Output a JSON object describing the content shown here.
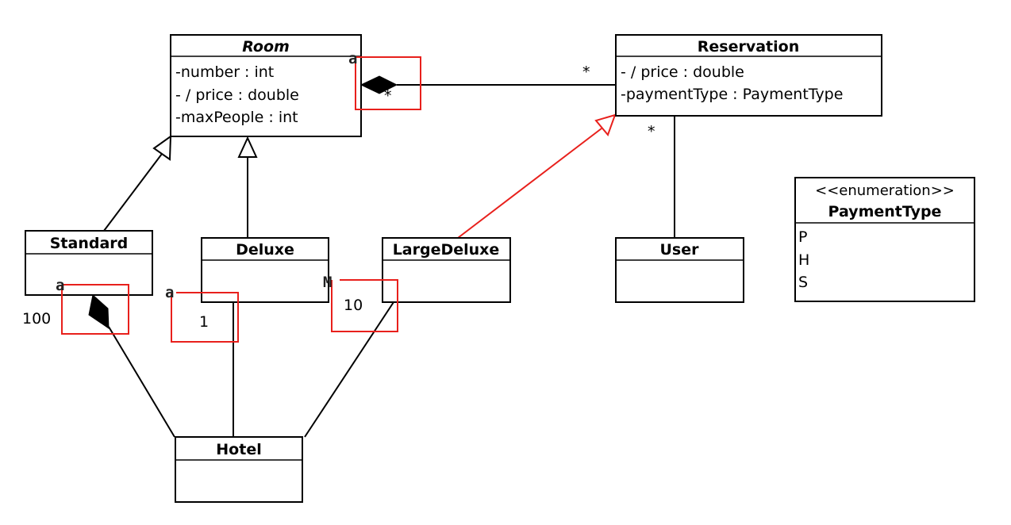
{
  "classes": {
    "room": {
      "name": "Room",
      "attributes": [
        "-number : int",
        "- / price : double",
        "-maxPeople : int"
      ]
    },
    "reservation": {
      "name": "Reservation",
      "attributes": [
        "- / price : double",
        "-paymentType : PaymentType"
      ]
    },
    "standard": {
      "name": "Standard"
    },
    "deluxe": {
      "name": "Deluxe"
    },
    "large_deluxe": {
      "name": "LargeDeluxe"
    },
    "user": {
      "name": "User"
    },
    "hotel": {
      "name": "Hotel"
    },
    "payment_type": {
      "stereotype": "<<enumeration>>",
      "name": "PaymentType",
      "literals": [
        "P",
        "H",
        "S"
      ]
    }
  },
  "multiplicities": {
    "reservation_room": "*",
    "room_reservation": "*",
    "reservation_user": "*",
    "standard_hotel": "100",
    "deluxe_hotel": "1",
    "large_deluxe_hotel": "10"
  },
  "glyphs": {
    "room_handle": "a",
    "standard_handle": "a",
    "deluxe_handle": "a",
    "large_deluxe_handle": "M"
  }
}
